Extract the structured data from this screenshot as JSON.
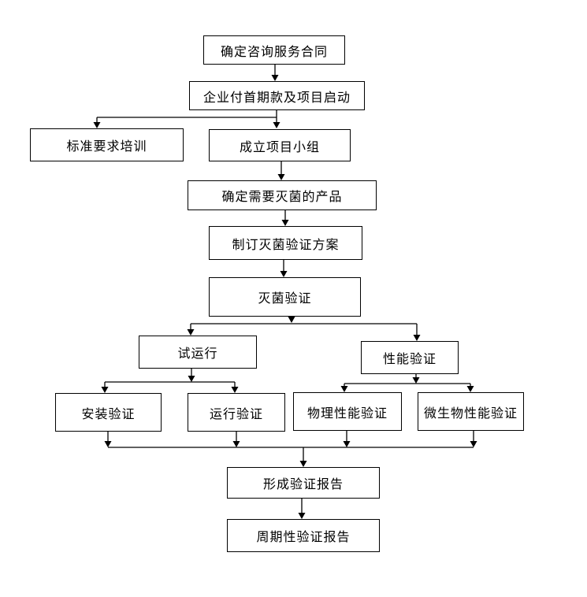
{
  "diagram": {
    "type": "flowchart",
    "language": "zh-CN",
    "background": "#ffffff",
    "line_color": "#000000",
    "box_border_color": "#000000",
    "text_color": "#000000"
  },
  "nodes": [
    {
      "id": "confirm-contract",
      "label": "确定咨询服务合同"
    },
    {
      "id": "first-payment-kickoff",
      "label": "企业付首期款及项目启动"
    },
    {
      "id": "standards-training",
      "label": "标准要求培训"
    },
    {
      "id": "form-project-team",
      "label": "成立项目小组"
    },
    {
      "id": "determine-products",
      "label": "确定需要灭菌的产品"
    },
    {
      "id": "draft-validation-plan",
      "label": "制订灭菌验证方案"
    },
    {
      "id": "sterilization-validation",
      "label": "灭菌验证"
    },
    {
      "id": "trial-run",
      "label": "试运行"
    },
    {
      "id": "performance-qualification",
      "label": "性能验证"
    },
    {
      "id": "installation-qualification",
      "label": "安装验证"
    },
    {
      "id": "operation-qualification",
      "label": "运行验证"
    },
    {
      "id": "physical-performance",
      "label": "物理性能验证"
    },
    {
      "id": "microbial-performance",
      "label": "微生物性能验证"
    },
    {
      "id": "validation-report",
      "label": "形成验证报告"
    },
    {
      "id": "periodic-validation-report",
      "label": "周期性验证报告"
    }
  ],
  "edges": [
    {
      "from": "confirm-contract",
      "to": "first-payment-kickoff"
    },
    {
      "from": "first-payment-kickoff",
      "to": "standards-training"
    },
    {
      "from": "first-payment-kickoff",
      "to": "form-project-team"
    },
    {
      "from": "form-project-team",
      "to": "determine-products"
    },
    {
      "from": "determine-products",
      "to": "draft-validation-plan"
    },
    {
      "from": "draft-validation-plan",
      "to": "sterilization-validation"
    },
    {
      "from": "sterilization-validation",
      "to": "trial-run"
    },
    {
      "from": "sterilization-validation",
      "to": "performance-qualification"
    },
    {
      "from": "trial-run",
      "to": "installation-qualification"
    },
    {
      "from": "trial-run",
      "to": "operation-qualification"
    },
    {
      "from": "performance-qualification",
      "to": "physical-performance"
    },
    {
      "from": "performance-qualification",
      "to": "microbial-performance"
    },
    {
      "from": "installation-qualification",
      "to": "validation-report"
    },
    {
      "from": "operation-qualification",
      "to": "validation-report"
    },
    {
      "from": "physical-performance",
      "to": "validation-report"
    },
    {
      "from": "microbial-performance",
      "to": "validation-report"
    },
    {
      "from": "validation-report",
      "to": "periodic-validation-report"
    }
  ]
}
